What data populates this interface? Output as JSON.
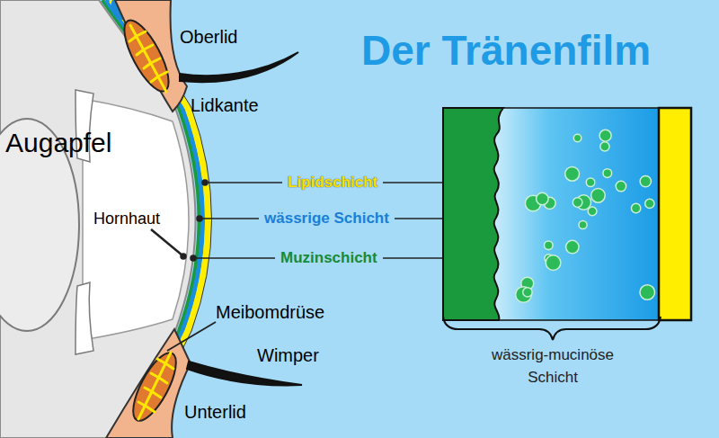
{
  "diagram": {
    "title": "Der Tränenfilm",
    "labels": [
      "Oberlid",
      "Lidkante",
      "Augapfel",
      "Hornhaut",
      "Lipidschicht",
      "wässrige Schicht",
      "Muzinschicht",
      "Meibomdrüse",
      "Wimper",
      "Unterlid",
      "wässrig-mucinöse Schicht"
    ]
  }
}
